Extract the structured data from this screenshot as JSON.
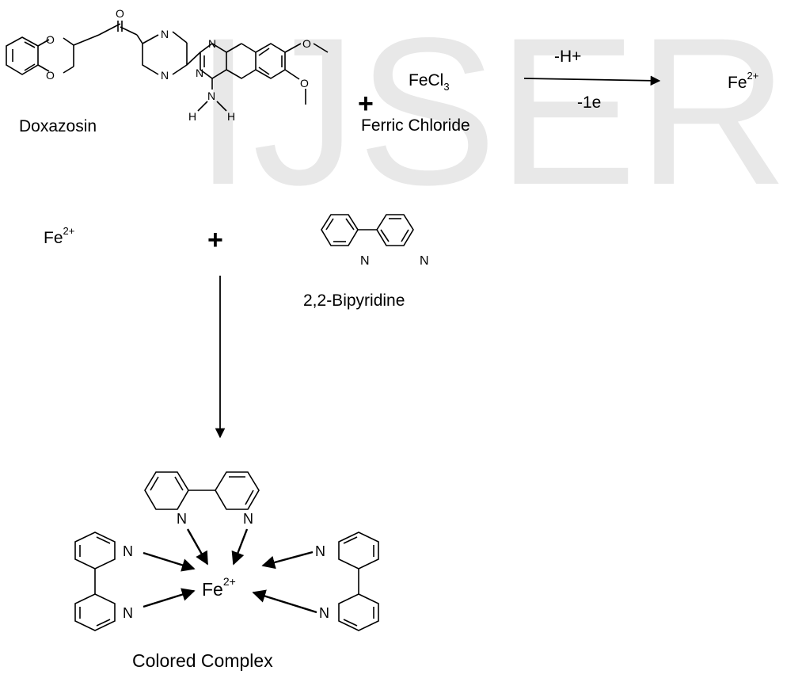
{
  "watermark": {
    "text": "IJSER",
    "color": "#e8e8e8"
  },
  "step1": {
    "reactant_name": "Doxazosin",
    "plus": "+",
    "reagent_formula": {
      "main": "FeCl",
      "sub": "3"
    },
    "reagent_name": "Ferric Chloride",
    "arrow_top": "-H+",
    "arrow_bottom": "-1e",
    "product": {
      "main": "Fe",
      "sup": "2+"
    },
    "atoms": {
      "o_ring1": "O",
      "o_ring2": "O",
      "o_carbonyl": "O",
      "n_pip1": "N",
      "n_pip2": "N",
      "n_quin1": "N",
      "n_quin2": "N",
      "o_methoxy1": "O",
      "o_methoxy2": "O",
      "nh_n": "N",
      "nh_h1": "H",
      "nh_h2": "H"
    }
  },
  "step2": {
    "ion": {
      "main": "Fe",
      "sup": "2+"
    },
    "plus": "+",
    "ligand_name": "2,2-Bipyridine",
    "ligand_atoms": [
      "N",
      "N"
    ]
  },
  "complex": {
    "caption": "Colored Complex",
    "center": {
      "main": "Fe",
      "sup": "2+"
    },
    "top_atoms": [
      "N",
      "N"
    ],
    "left_atoms": [
      "N",
      "N"
    ],
    "right_atoms": [
      "N",
      "N"
    ]
  },
  "colors": {
    "ink": "#000000",
    "background": "#ffffff"
  }
}
